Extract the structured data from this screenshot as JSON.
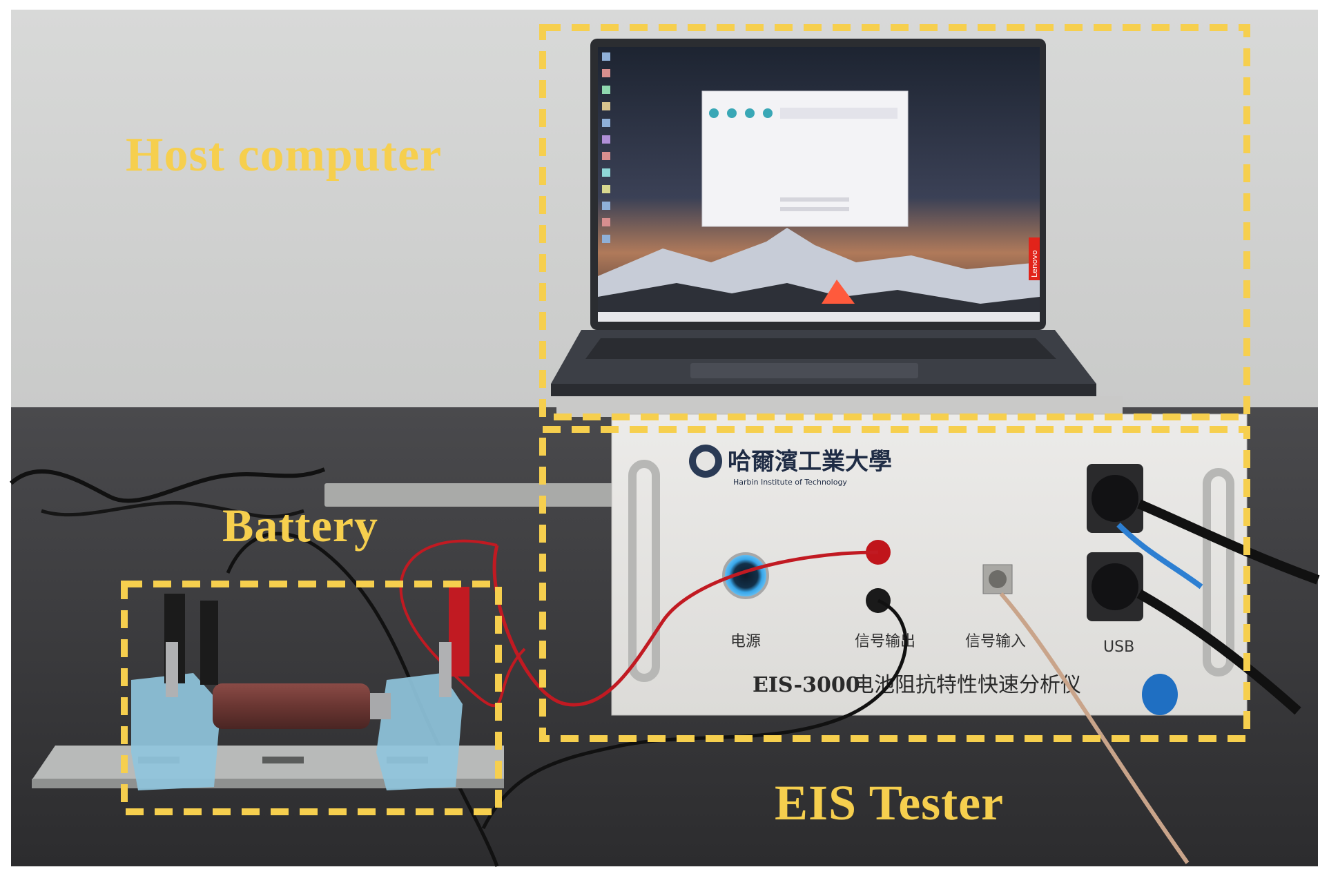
{
  "labels": {
    "host": "Host computer",
    "battery": "Battery",
    "eis": "EIS Tester"
  },
  "device": {
    "university_cn": "哈爾濱工業大學",
    "university_en": "Harbin Institute of Technology",
    "power": "电源",
    "signal_out": "信号输出",
    "signal_in": "信号输入",
    "usb": "USB",
    "model_code": "EIS-3000",
    "model_desc": "电池阻抗特性快速分析仪"
  },
  "laptop": {
    "brand": "Lenovo"
  },
  "colors": {
    "highlight": "#f6cf4e",
    "wall": "#d2d3d2",
    "table": "#3a3a3c",
    "device_body": "#e6e5e3",
    "battery": "#6f3a36",
    "holder": "#8fc4dc",
    "power_led": "#2f9ad8"
  }
}
